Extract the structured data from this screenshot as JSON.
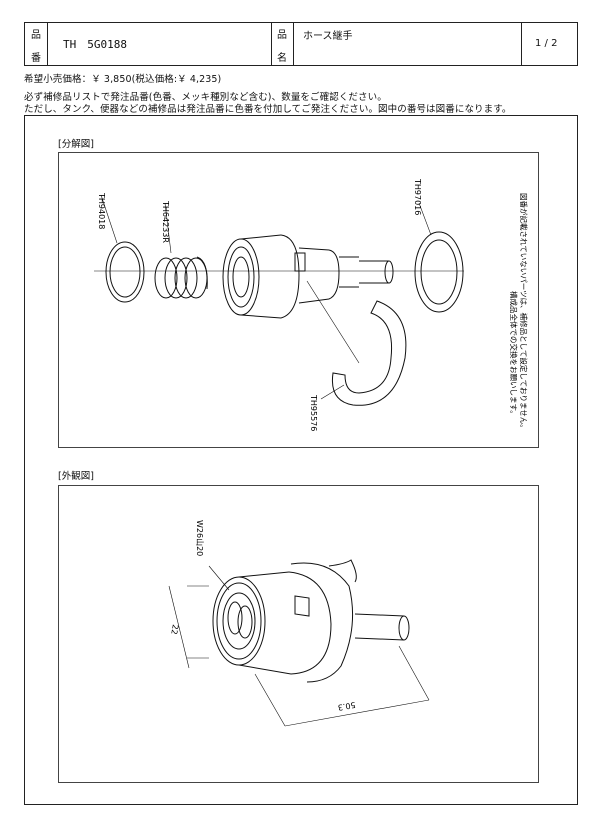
{
  "header": {
    "hinban_label_top": "品",
    "hinban_label_bottom": "番",
    "hinban_value": "TH　5G0188",
    "hinmei_label_top": "品",
    "hinmei_label_bottom": "名",
    "hinmei_value": "ホース継手",
    "page": "1 / 2"
  },
  "price_line": "希望小売価格：￥ 3,850(税込価格:￥ 4,235)",
  "notes": [
    "必ず補修品リストで発注品番(色番、メッキ種別など含む)、数量をご確認ください。",
    "ただし、タンク、便器などの補修品は発注品番に色番を付加してご発注ください。図中の番号は図番になります。"
  ],
  "exploded": {
    "label": "[分解図]",
    "parts": {
      "ring": "TH94018",
      "spring": "TH64233R",
      "collar": "TH97016",
      "clip": "TH95576"
    },
    "side_note_1": "図番が記載されていないパーツは、補修品として設定しておりません。",
    "side_note_2": "構成品全体での交換をお願いします。"
  },
  "external": {
    "label": "[外観図]",
    "thread": "W26山20",
    "dim_inner": "22",
    "dim_length": "50.3"
  }
}
